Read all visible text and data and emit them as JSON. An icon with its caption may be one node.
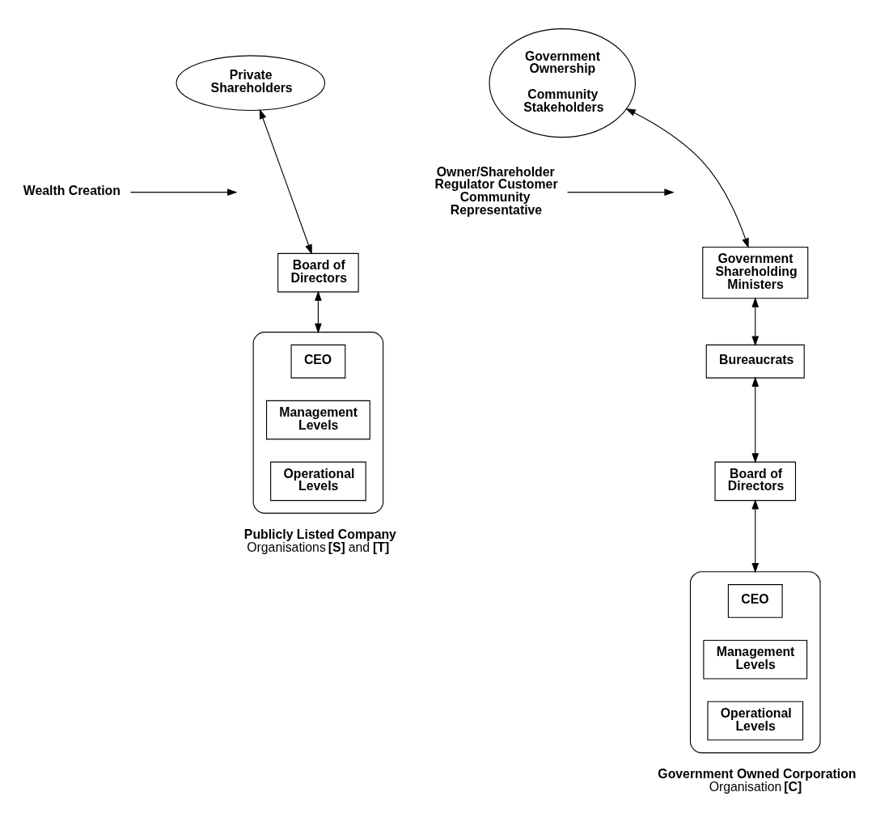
{
  "diagram": {
    "nodes": [
      {
        "text": [
          "Private Shareholders"
        ]
      },
      {
        "text": [
          "Wealth Creation"
        ]
      },
      {
        "text": [
          "Board of Directors"
        ]
      },
      {
        "text": [],
        "shape": "triangle",
        "beside": [
          "Publicly Listed Company",
          "Organisations **[S]** and **[T]**"
        ]
      },
      {
        "text": [
          "CEO"
        ],
        "in": 3
      },
      {
        "text": [
          "Management Levels"
        ],
        "in": 3
      },
      {
        "text": [
          "Operational Levels"
        ],
        "in": 3
      },
      {
        "text": [
          "Government Ownership",
          "Community Stakeholders"
        ]
      },
      {
        "text": [
          "Owner/Shareholder Regulator Customer Community Representative"
        ]
      },
      {
        "text": [
          "Government Shareholding Ministers"
        ]
      },
      {
        "text": [
          "Bureaucrats"
        ]
      },
      {
        "text": [
          "Board of Directors"
        ]
      },
      {
        "text": [],
        "shape": "triangle",
        "beside": [
          "Government Owned Corporation",
          "Organisation **[C]**"
        ]
      },
      {
        "text": [
          "CEO"
        ],
        "in": 12
      },
      {
        "text": [
          "Management Levels"
        ],
        "in": 12
      },
      {
        "text": [
          "Operational Levels"
        ],
        "in": 12
      }
    ],
    "edges": [
      {
        "from": 0,
        "to": 2,
        "arrow": "both"
      },
      {
        "from": 1,
        "to": null,
        "arrow": "to"
      },
      {
        "from": 2,
        "to": 3,
        "arrow": "both"
      },
      {
        "from": 7,
        "to": 9,
        "arrow": "both"
      },
      {
        "from": 8,
        "to": null,
        "arrow": "to"
      },
      {
        "from": 9,
        "to": 10,
        "arrow": "both"
      },
      {
        "from": 10,
        "to": 11,
        "arrow": "both"
      },
      {
        "from": 11,
        "to": 12,
        "arrow": "both"
      }
    ]
  }
}
